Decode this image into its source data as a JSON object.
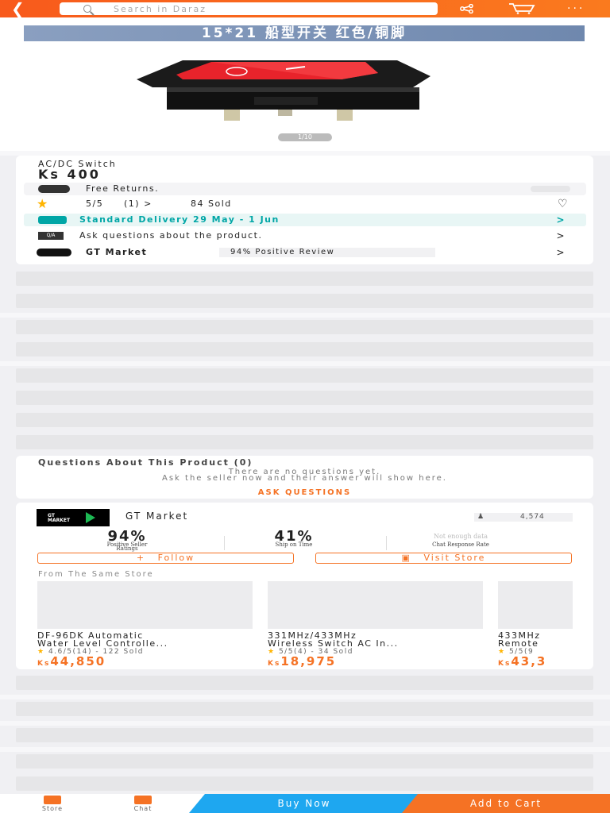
{
  "header": {
    "search_placeholder": "Search in Daraz",
    "icons": [
      "back-arrow-icon",
      "search-icon",
      "share-icon",
      "cart-icon",
      "more-icon"
    ]
  },
  "gallery": {
    "banner_text": "15*21 船型开关 红色/铜脚",
    "pager": "1/10"
  },
  "product": {
    "title": "AC/DC Switch",
    "price": "Ks 400",
    "free_returns": "Free Returns.",
    "rating": "5/5",
    "rating_count": "(1) >",
    "sold": "84 Sold",
    "delivery": "Standard Delivery 29 May - 1 Jun",
    "qa_badge": "Q/A",
    "ask_questions": "Ask questions about the product.",
    "store_name": "GT Market",
    "positive_review": "94% Positive Review"
  },
  "questions": {
    "title": "Questions About This Product (0)",
    "empty_line1": "There are no questions yet.",
    "empty_line2": "Ask the seller now and their answer will show here.",
    "ask_button": "ASK QUESTIONS"
  },
  "seller": {
    "logo_text": "GT MARKET",
    "name": "GT Market",
    "followers": "4,574",
    "stat1_value": "94%",
    "stat1_label_line1": "Positive Seller",
    "stat1_label_line2": "Ratings",
    "stat2_value": "41%",
    "stat2_label": "Ship on Time",
    "stat3_value": "Not enough data",
    "stat3_label": "Chat Response Rate",
    "follow_button": "Follow",
    "visit_button": "Visit Store",
    "same_store_heading": "From The Same Store"
  },
  "store_products": [
    {
      "name_line1": "DF-96DK Automatic",
      "name_line2": "Water Level Controlle...",
      "rating": "4.6/5(14) - 122 Sold",
      "currency": "Ks",
      "price": "44,850"
    },
    {
      "name_line1": "331MHz/433MHz",
      "name_line2": "Wireless Switch AC In...",
      "rating": "5/5(4) - 34 Sold",
      "currency": "Ks",
      "price": "18,975"
    },
    {
      "name_line1": "433MHz",
      "name_line2": "Remote",
      "rating": "5/5(9",
      "currency": "Ks",
      "price": "43,3"
    }
  ],
  "bottom_bar": {
    "store_label": "Store",
    "chat_label": "Chat",
    "buy_now": "Buy Now",
    "add_to_cart": "Add to Cart"
  },
  "colors": {
    "brand_orange": "#f57224",
    "delivery_teal": "#00a6a6",
    "buy_now_blue": "#1ea7f0",
    "switch_red": "#e8232b"
  }
}
